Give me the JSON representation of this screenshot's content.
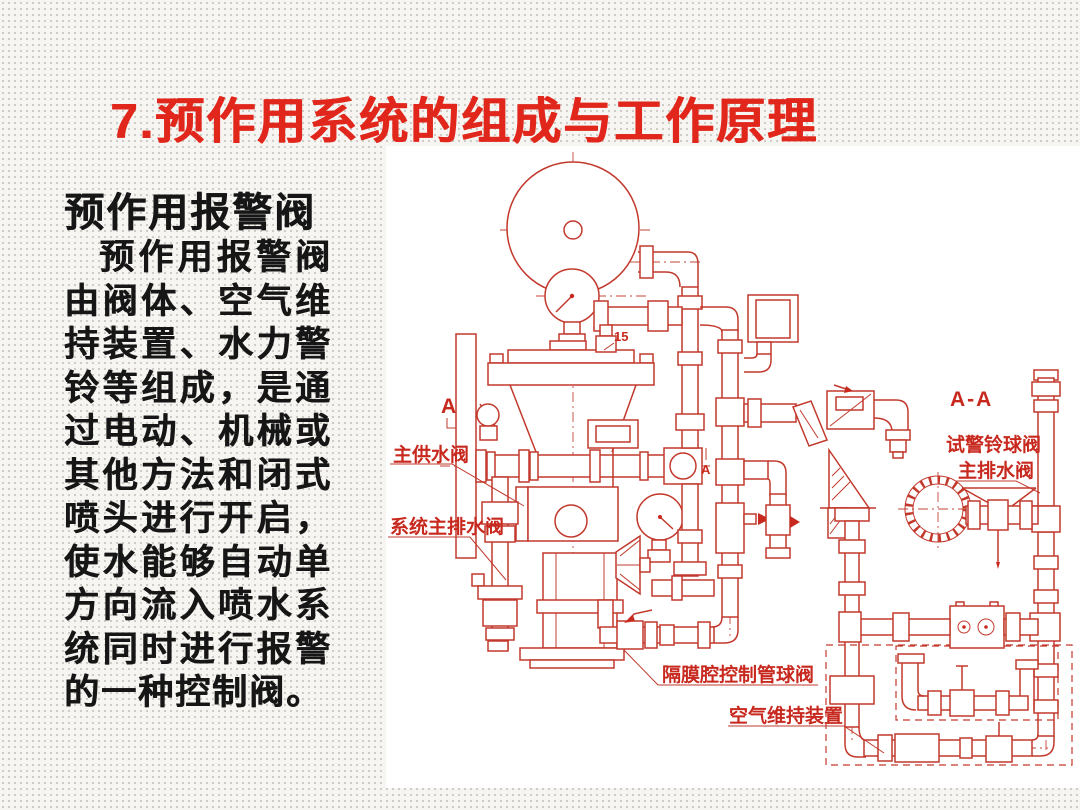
{
  "slide": {
    "title": "7.预作用系统的组成与工作原理",
    "accent_color": "#e1261c"
  },
  "left_panel": {
    "heading": "预作用报警阀",
    "paragraph": "预作用报警阀由阀体、空气维持装置、水力警铃等组成，是通过电动、机械或其他方法和闭式喷头进行开启，使水能够自动单方向流入喷水系统同时进行报警的一种控制阀。"
  },
  "diagram": {
    "line_color": "#c2392c",
    "labels": {
      "section_a_left": "A",
      "section_a_right": "A",
      "section_aa": "A-A",
      "main_supply_valve": "主供水阀",
      "system_main_drain_valve": "系统主排水阀",
      "test_alarm_bell_ball_valve": "试警铃球阀",
      "main_drain_valve": "主排水阀",
      "diaphragm_chamber_control_ball_valve": "隔膜腔控制管球阀",
      "air_maintenance_device": "空气维持装置",
      "part_number_15": "15"
    }
  }
}
